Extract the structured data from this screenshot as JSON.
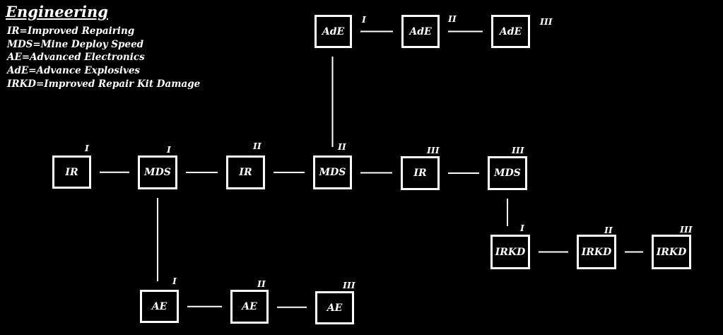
{
  "title": "Engineering",
  "legend": [
    "IR=Improved Repairing",
    "MDS=Mine Deploy Speed",
    "AE=Advanced Electronics",
    "AdE=Advance Explosives",
    "IRKD=Improved Repair Kit Damage"
  ],
  "nodes": [
    {
      "id": "n1",
      "label": "IR",
      "tier": "I"
    },
    {
      "id": "n2",
      "label": "MDS",
      "tier": "I"
    },
    {
      "id": "n3",
      "label": "IR",
      "tier": "II"
    },
    {
      "id": "n4",
      "label": "MDS",
      "tier": "II"
    },
    {
      "id": "n5",
      "label": "IR",
      "tier": "III"
    },
    {
      "id": "n6",
      "label": "MDS",
      "tier": "III"
    },
    {
      "id": "n7",
      "label": "AdE",
      "tier": "I"
    },
    {
      "id": "n8",
      "label": "AdE",
      "tier": "II"
    },
    {
      "id": "n9",
      "label": "AdE",
      "tier": "III"
    },
    {
      "id": "n10",
      "label": "AE",
      "tier": "I"
    },
    {
      "id": "n11",
      "label": "AE",
      "tier": "II"
    },
    {
      "id": "n12",
      "label": "AE",
      "tier": "III"
    },
    {
      "id": "n13",
      "label": "IRKD",
      "tier": "I"
    },
    {
      "id": "n14",
      "label": "IRKD",
      "tier": "II"
    },
    {
      "id": "n15",
      "label": "IRKD",
      "tier": "III"
    }
  ],
  "edges": [
    [
      "n1",
      "n2"
    ],
    [
      "n2",
      "n3"
    ],
    [
      "n3",
      "n4"
    ],
    [
      "n4",
      "n5"
    ],
    [
      "n5",
      "n6"
    ],
    [
      "n4",
      "n7"
    ],
    [
      "n7",
      "n8"
    ],
    [
      "n8",
      "n9"
    ],
    [
      "n2",
      "n10"
    ],
    [
      "n10",
      "n11"
    ],
    [
      "n11",
      "n12"
    ],
    [
      "n6",
      "n13"
    ],
    [
      "n13",
      "n14"
    ],
    [
      "n14",
      "n15"
    ]
  ]
}
